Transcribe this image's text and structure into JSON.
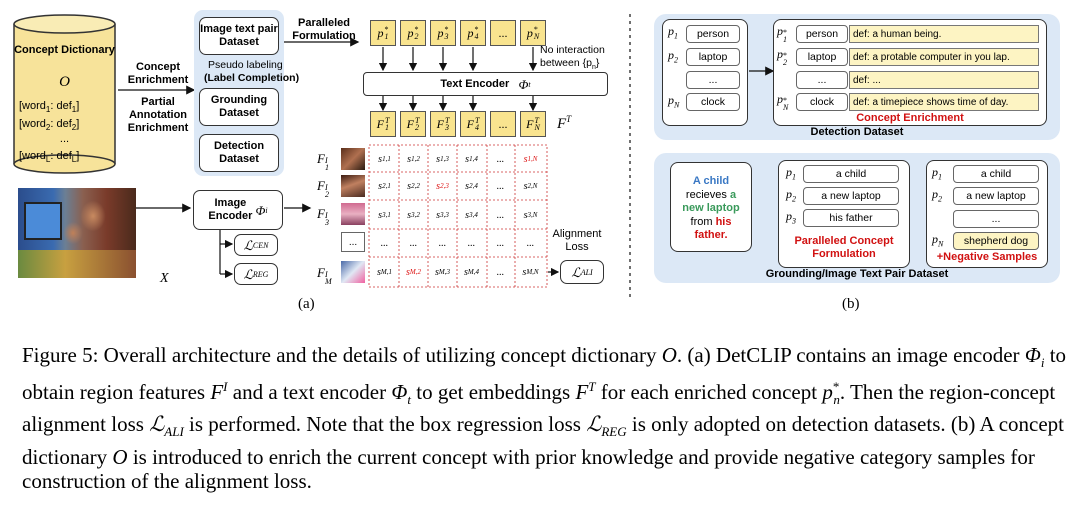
{
  "panel_a": {
    "dictionary": {
      "title": "Concept Dictionary",
      "symbol": "O",
      "entries": [
        "[word",
        "1",
        ": def",
        "1",
        "]",
        "[word",
        "2",
        ": def",
        "2",
        "]",
        "...",
        "[word",
        "L",
        ": def",
        "L",
        "]"
      ]
    },
    "arrow_labels": {
      "enrichment": "Concept Enrichment",
      "partial": "Partial Annotation Enrichment",
      "paralleled": "Paralleled Formulation",
      "pseudo": "Pseudo labeling",
      "label_completion": "(Label Completion)",
      "no_interaction": "No interaction between {p",
      "no_interaction_sub": "n",
      "alignment": "Alignment Loss"
    },
    "datasets": {
      "image_text": "Image text pair Dataset",
      "grounding": "Grounding Dataset",
      "detection": "Detection Dataset"
    },
    "text_encoder": "Text Encoder",
    "text_encoder_symbol": "Φ",
    "text_encoder_sub": "t",
    "image_encoder": "Image Encoder",
    "image_encoder_symbol": "Φ",
    "image_encoder_sub": "i",
    "prompts": [
      "p",
      "p",
      "p",
      "p",
      "...",
      "p"
    ],
    "prompt_subs": [
      "1",
      "2",
      "3",
      "4",
      "",
      "N"
    ],
    "features": [
      "F",
      "F",
      "F",
      "F",
      "...",
      "F"
    ],
    "feature_subs": [
      "1",
      "2",
      "3",
      "4",
      "",
      "N"
    ],
    "ft_label": "F",
    "ft_sup": "T",
    "region_labels": [
      "F",
      "F",
      "F",
      "F"
    ],
    "region_subs": [
      "1",
      "2",
      "3",
      "M"
    ],
    "region_sup": "I",
    "matrix": [
      [
        "s1,1",
        "s1,2",
        "s1,3",
        "s1,4",
        "...",
        "s1,N"
      ],
      [
        "s2,1",
        "s2,2",
        "s2,3",
        "s2,4",
        "...",
        "s2,N"
      ],
      [
        "s3,1",
        "s3,2",
        "s3,3",
        "s3,4",
        "...",
        "s3,N"
      ],
      [
        "...",
        "...",
        "...",
        "...",
        "...",
        "..."
      ],
      [
        "sM,1",
        "sM,2",
        "sM,3",
        "sM,4",
        "...",
        "sM,N"
      ]
    ],
    "losses": {
      "cen": "CEN",
      "reg": "REG",
      "ali": "ALI",
      "L": "ℒ"
    },
    "x_label": "X",
    "sub_label": "(a)"
  },
  "panel_b": {
    "detection_left": [
      "person",
      "laptop",
      "...",
      "clock"
    ],
    "detection_left_p": [
      "p",
      "p",
      "",
      "p"
    ],
    "detection_left_sub": [
      "1",
      "2",
      "",
      "N"
    ],
    "detection_right": [
      "person",
      "laptop",
      "...",
      "clock"
    ],
    "detection_defs": [
      "def: a human being.",
      "def: a protable computer in you lap.",
      "def: ...",
      "def: a timepiece shows time of day."
    ],
    "concept_enrichment": "Concept Enrichment",
    "detection_title": "Detection Dataset",
    "sentence": [
      "A child",
      "recieves a",
      "new laptop",
      "from his",
      "father."
    ],
    "grounding_mid": [
      "a child",
      "a new laptop",
      "his father"
    ],
    "grounding_mid_sub": [
      "1",
      "2",
      "3"
    ],
    "paralleled_formulation": "Paralleled Concept Formulation",
    "grounding_right": [
      "a child",
      "a new laptop",
      "...",
      "shepherd dog"
    ],
    "grounding_right_sub": [
      "1",
      "2",
      "",
      "N"
    ],
    "negative": "+Negative Samples",
    "grounding_title": "Grounding/Image Text Pair Dataset",
    "sub_label": "(b)"
  },
  "caption": {
    "prefix": "Figure 5: Overall architecture and the details of utilizing concept dictionary ",
    "O": "O",
    "part1": ". (a) DetCLIP contains an image encoder ",
    "part2": " to obtain region features ",
    "part3": " and a text encoder ",
    "part4": " to get embeddings ",
    "part5": " for each enriched concept ",
    "part6": ". Then the region-concept alignment loss ",
    "part7": " is performed. Note that the box regression loss ",
    "part8": " is only adopted on detection datasets. (b) A concept dictionary ",
    "part9": " is introduced to enrich the current concept with prior knowledge and provide negative category samples for construction of the alignment loss."
  },
  "colors": {
    "yellow": "#f9e48f",
    "blue_panel": "#dce8f6",
    "red": "#d11111",
    "green": "#3a9a5b",
    "blue_text": "#3a78c4"
  }
}
